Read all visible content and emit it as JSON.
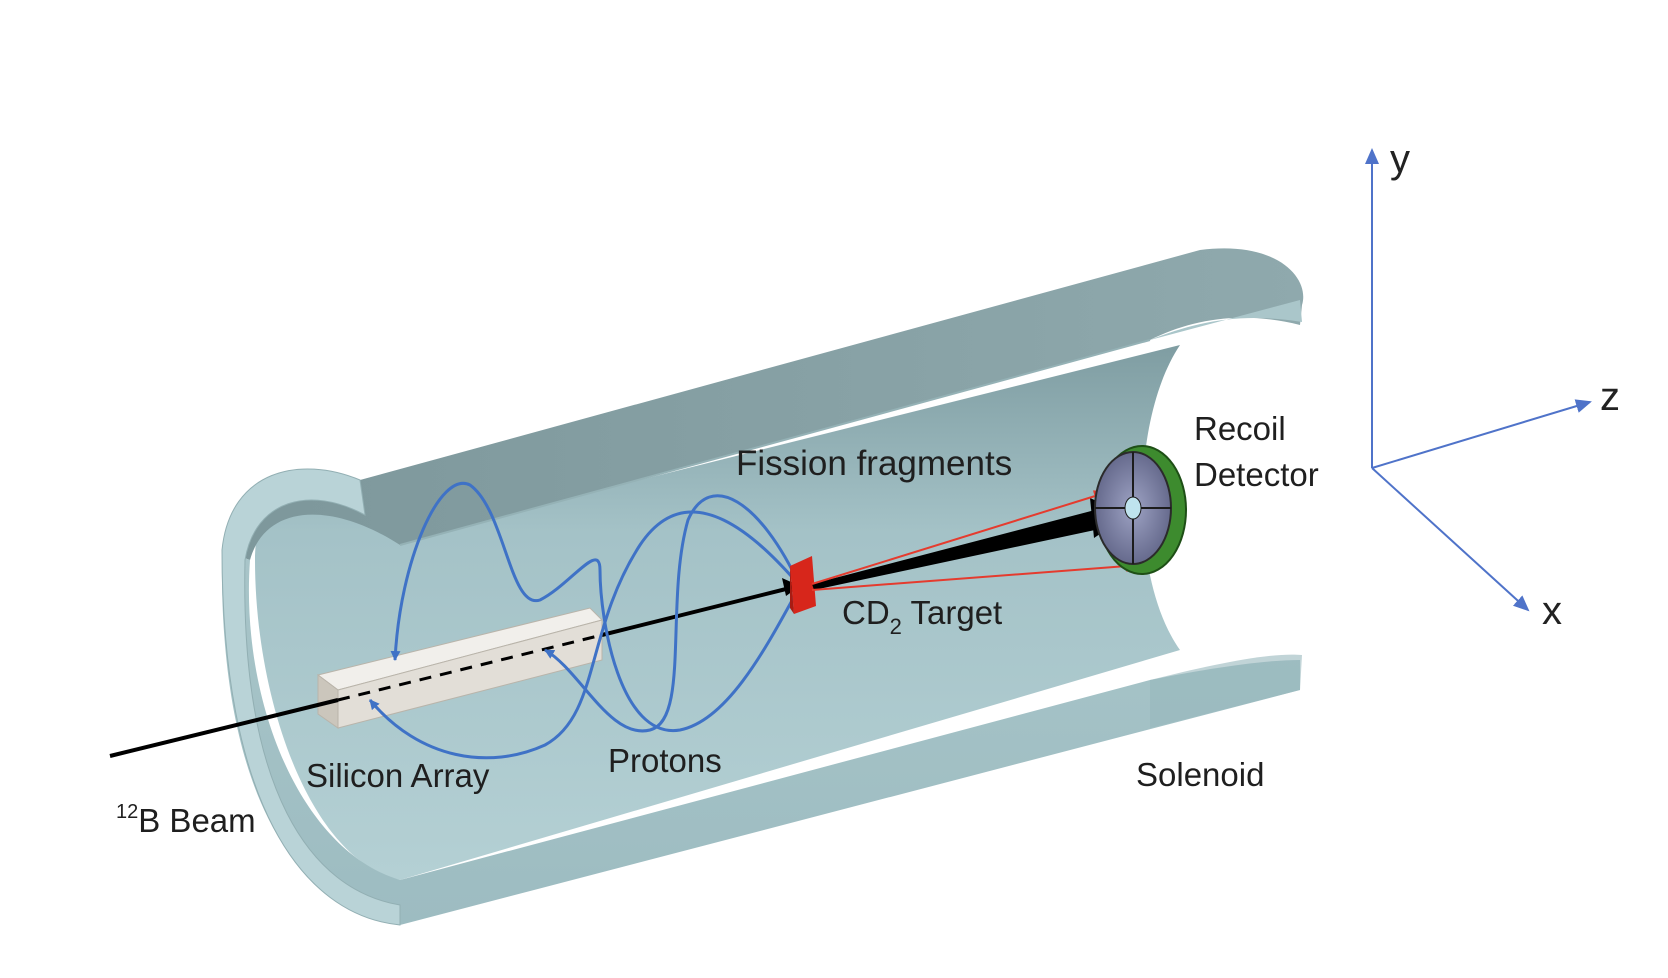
{
  "labels": {
    "fission_fragments": "Fission fragments",
    "recoil_line1": "Recoil",
    "recoil_line2": "Detector",
    "target_prefix": "CD",
    "target_subscript": "2",
    "target_suffix": " Target",
    "silicon_array": "Silicon Array",
    "protons": "Protons",
    "solenoid": "Solenoid",
    "beam_superscript": "12",
    "beam_text": "B Beam"
  },
  "axes": {
    "y": "y",
    "z": "z",
    "x": "x"
  },
  "colors": {
    "solenoid_inner": "#a9c6cb",
    "solenoid_rim": "#a2c1c6",
    "proton_path": "#3f72c6",
    "fission_arrow": "#e53b2e",
    "target": "#d7261b",
    "beam": "#000000",
    "axis": "#4f73c9",
    "detector_ring": "#3d8b2e",
    "silicon": "#e4e1dc"
  }
}
